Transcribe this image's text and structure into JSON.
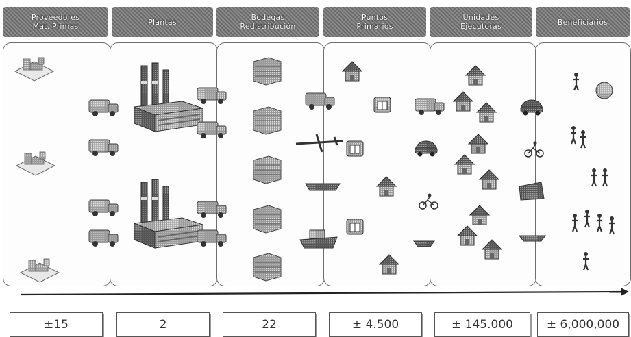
{
  "headers": [
    "Proveedores\nMat. Primas",
    "Plantas",
    "Bodegas\nRedistribución",
    "Puntos\nPrimarios",
    "Unidades\nEjecutoras",
    "Beneficiarios"
  ],
  "counts": [
    "±15",
    "2",
    "22",
    "± 4.500",
    "± 145.000",
    "± 6,000,000"
  ],
  "arrow": "flow-left-to-right"
}
